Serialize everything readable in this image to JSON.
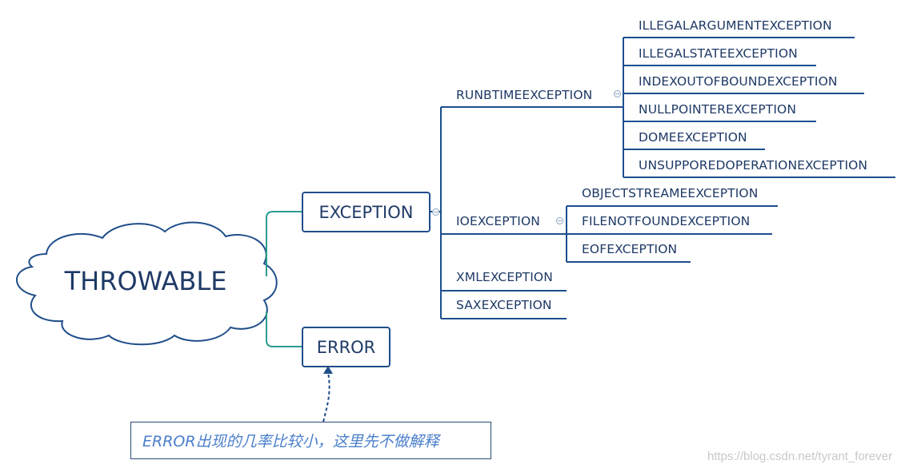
{
  "root": {
    "label": "THROWABLE"
  },
  "branches": {
    "exception": {
      "label": "EXCEPTION",
      "children": {
        "runtime": {
          "label": "RUNBTIMEEXCEPTION",
          "children": [
            "ILLEGALARGUMENTEXCEPTION",
            "ILLEGALSTATEEXCEPTION",
            "INDEXOUTOFBOUNDEXCEPTION",
            "NULLPOINTEREXCEPTION",
            "DOMEEXCEPTION",
            "UNSUPPOREDOPERATIONEXCEPTION"
          ]
        },
        "io": {
          "label": "IOEXCEPTION",
          "children": [
            "OBJECTSTREAMEEXCEPTION",
            "FILENOTFOUNDEXCEPTION",
            "EOFEXCEPTION"
          ]
        },
        "xml": {
          "label": "XMLEXCEPTION"
        },
        "sax": {
          "label": "SAXEXCEPTION"
        }
      }
    },
    "error": {
      "label": "ERROR"
    }
  },
  "note": {
    "text": "ERROR出现的几率比较小，这里先不做解释"
  },
  "watermark": {
    "text": "https://blog.csdn.net/tyrant_forever"
  },
  "colors": {
    "node_border": "#1f4e8a",
    "text": "#1f3a66",
    "branch_line": "#1b4f8f",
    "root_connector": "#2a9d8f",
    "note_text": "#4a7fcb",
    "watermark": "#c8c8c8"
  }
}
